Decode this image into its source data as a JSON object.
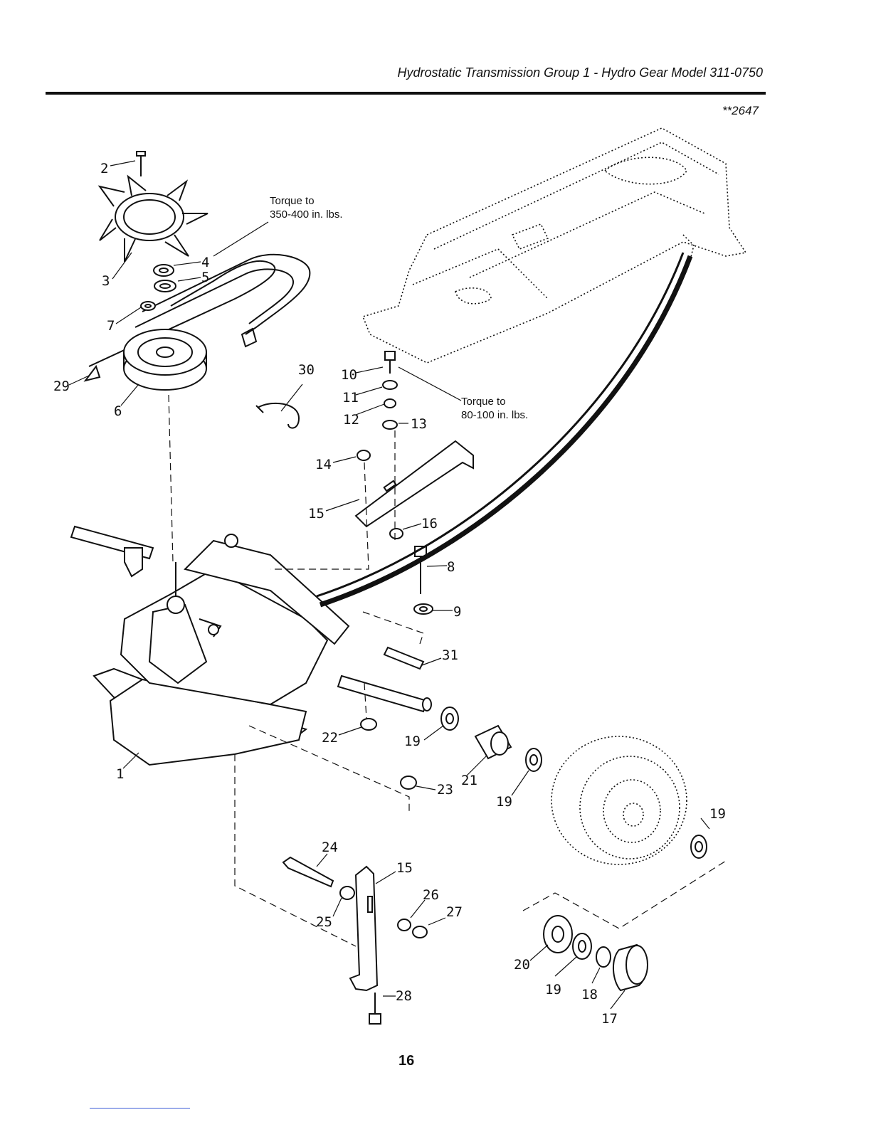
{
  "header": {
    "title": "Hydrostatic Transmission Group 1 - Hydro Gear Model 311-0750",
    "ref_code": "**2647"
  },
  "notes": {
    "torque_upper_line1": "Torque to",
    "torque_upper_line2": "350-400 in. lbs.",
    "torque_lower_line1": "Torque to",
    "torque_lower_line2": "80-100 in. lbs."
  },
  "callouts": {
    "c1": "1",
    "c2": "2",
    "c3": "3",
    "c4": "4",
    "c5": "5",
    "c6": "6",
    "c7": "7",
    "c8": "8",
    "c9": "9",
    "c10": "10",
    "c11": "11",
    "c12": "12",
    "c13": "13",
    "c14": "14",
    "c15a": "15",
    "c15b": "15",
    "c16": "16",
    "c17": "17",
    "c18": "18",
    "c19a": "19",
    "c19b": "19",
    "c19c": "19",
    "c19d": "19",
    "c20": "20",
    "c21": "21",
    "c22": "22",
    "c23": "23",
    "c24": "24",
    "c25": "25",
    "c26": "26",
    "c27": "27",
    "c28": "28",
    "c29": "29",
    "c30": "30",
    "c31": "31"
  },
  "footer": {
    "page_number": "16"
  }
}
